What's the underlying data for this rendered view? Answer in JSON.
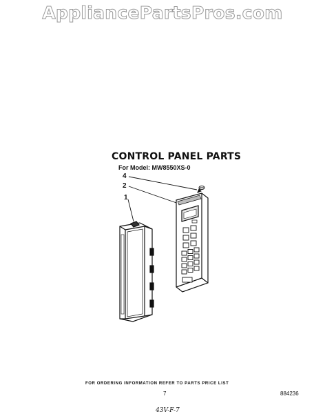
{
  "watermark": "AppliancePartsPros.com",
  "diagram": {
    "title": "CONTROL PANEL PARTS",
    "model_line": "For Model: MW8550XS-0",
    "callouts": [
      "4",
      "2",
      "1"
    ]
  },
  "footer": {
    "note": "FOR ORDERING INFORMATION REFER TO PARTS PRICE LIST",
    "page_number": "7",
    "code": "884236",
    "signature": "43V-F-7"
  }
}
